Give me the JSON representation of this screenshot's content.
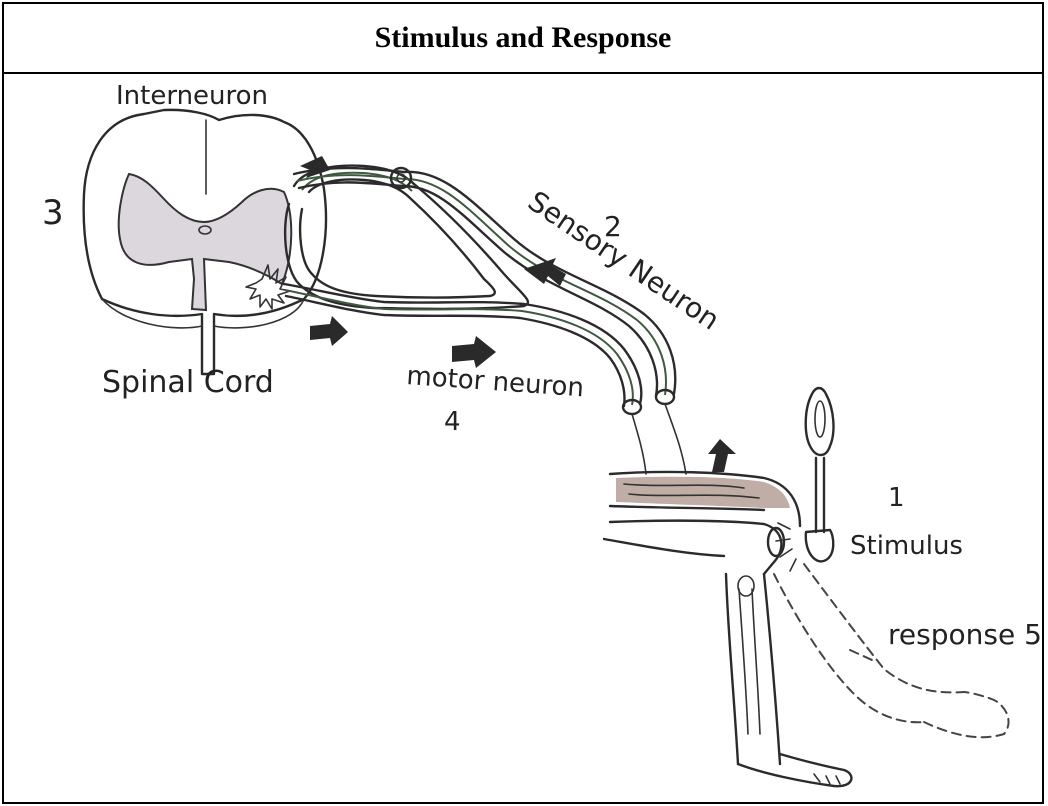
{
  "title": "Stimulus and Response",
  "labels": {
    "interneuron": "Interneuron",
    "number_3": "3",
    "spinal_cord": "Spinal Cord",
    "number_2": "2",
    "sensory_neuron": "Sensory Neuron",
    "motor_neuron": "motor neuron",
    "number_4": "4",
    "number_1": "1",
    "stimulus": "Stimulus",
    "response": "response 5"
  },
  "colors": {
    "gray_matter": "#dcd6dd",
    "ink": "#2b2b2b",
    "nerve_green": "#3f5a3f",
    "muscle_brown": "#6b3a2a"
  }
}
